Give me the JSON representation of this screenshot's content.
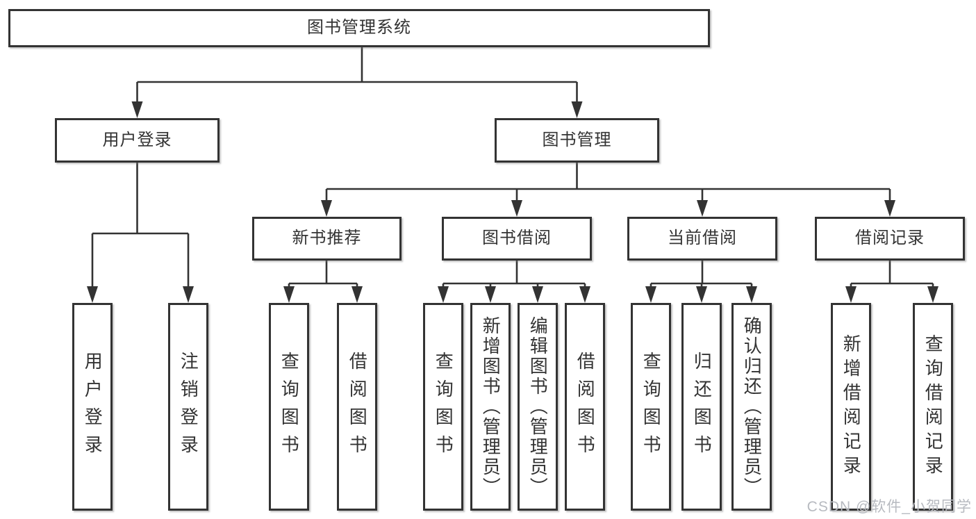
{
  "diagram": {
    "title_node": "图书管理系统",
    "nodes": {
      "root": "图书管理系统",
      "user_login": "用户登录",
      "book_mgmt": "图书管理",
      "new_book_rec": "新书推荐",
      "book_borrow": "图书借阅",
      "current_borrow": "当前借阅",
      "borrow_records": "借阅记录",
      "ul_user_login": "用户登录",
      "ul_logout": "注销登录",
      "nb_query_book": "查询图书",
      "nb_borrow_book": "借阅图书",
      "bb_query_book": "查询图书",
      "bb_add_book": "新增图书（管理员）",
      "bb_edit_book": "编辑图书（管理员）",
      "bb_borrow_book": "借阅图书",
      "cb_query_book": "查询图书",
      "cb_return_book": "归还图书",
      "cb_confirm_return": "确认归还（管理员）",
      "br_add_record": "新增借阅记录",
      "br_query_record": "查询借阅记录"
    },
    "colors": {
      "line": "#333333",
      "border": "#333333",
      "text": "#333333",
      "background": "#ffffff",
      "watermark": "#b7bac0"
    }
  },
  "watermark": {
    "text": "CSDN @软件_小贺同学"
  }
}
